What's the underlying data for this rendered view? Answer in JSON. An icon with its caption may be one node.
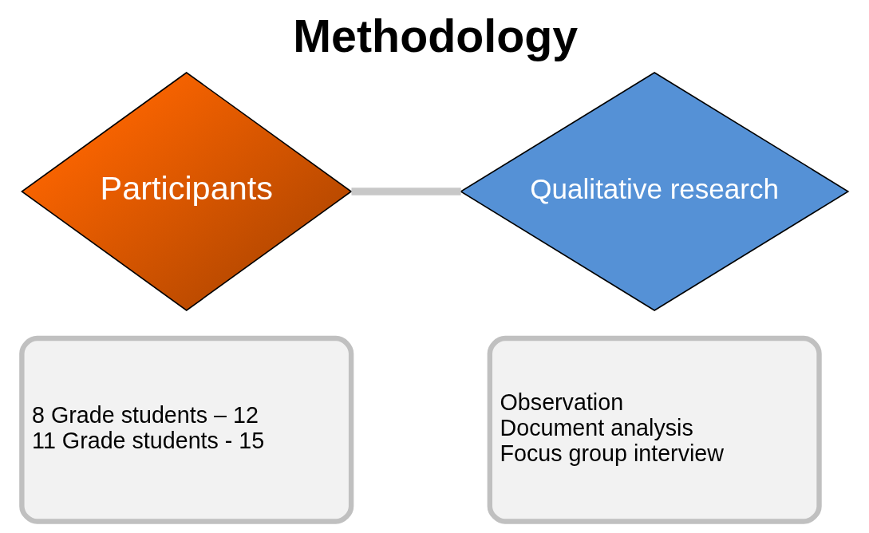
{
  "diagram": {
    "title": "Methodology",
    "nodes": [
      {
        "text": [
          "Participants"
        ]
      },
      {
        "text": [
          "Qualitative research"
        ]
      },
      {
        "text": [
          "8 Grade students – 12",
          "11 Grade students - 15"
        ]
      },
      {
        "text": [
          "Observation",
          "Document analysis",
          "Focus group interview"
        ]
      }
    ],
    "edges": [
      {
        "from": 0,
        "to": 1,
        "arrow": "none"
      }
    ]
  }
}
